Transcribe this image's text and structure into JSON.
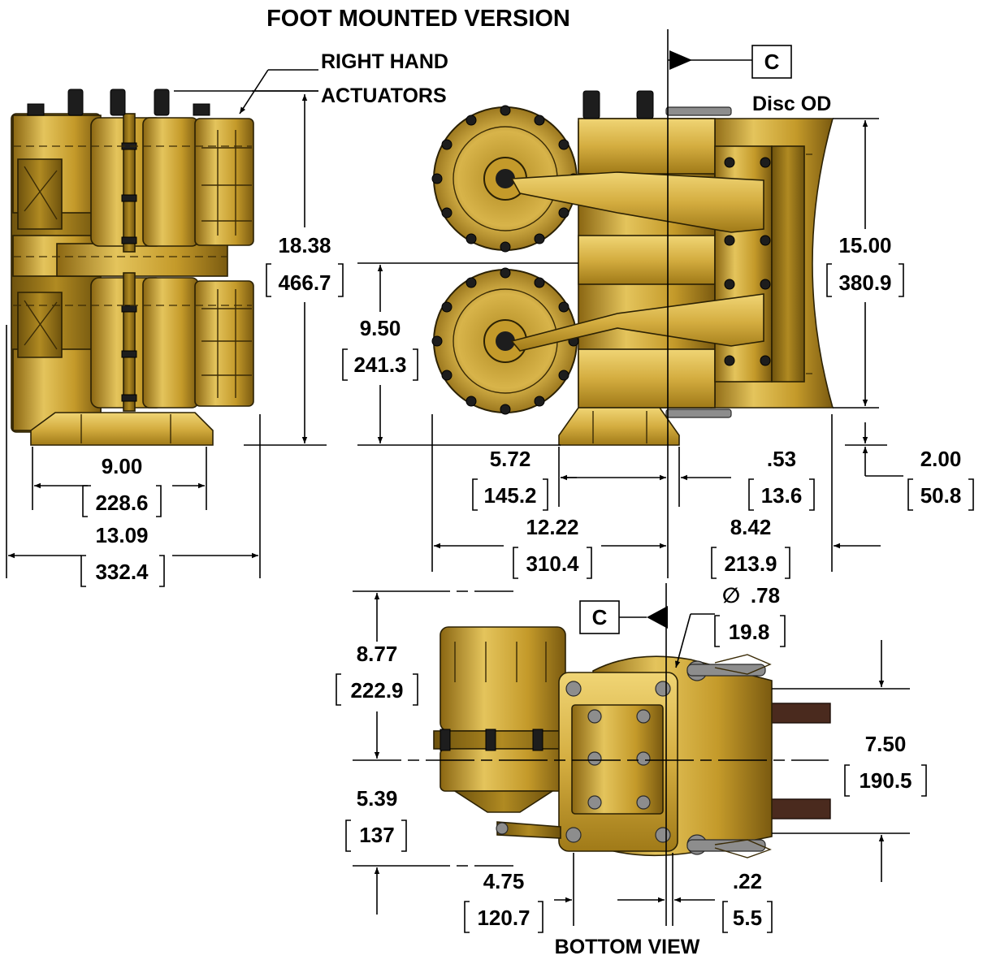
{
  "title": "FOOT MOUNTED VERSION",
  "callouts": {
    "right_hand": "RIGHT HAND",
    "actuators": "ACTUATORS",
    "disc_od": "Disc OD",
    "bottom_view": "BOTTOM VIEW",
    "section_mark": "C",
    "diameter_symbol": "∅"
  },
  "dimensions": {
    "overall_height": {
      "in": "18.38",
      "mm": "466.7"
    },
    "disc_od": {
      "in": "15.00",
      "mm": "380.9"
    },
    "center_height": {
      "in": "9.50",
      "mm": "241.3"
    },
    "base_width": {
      "in": "9.00",
      "mm": "228.6"
    },
    "overall_width": {
      "in": "13.09",
      "mm": "332.4"
    },
    "foot_to_centerline": {
      "in": "5.72",
      "mm": "145.2"
    },
    "offset_53": {
      "in": ".53",
      "mm": "13.6"
    },
    "disc_drop": {
      "in": "2.00",
      "mm": "50.8"
    },
    "overall_length": {
      "in": "12.22",
      "mm": "310.4"
    },
    "centerline_to_end": {
      "in": "8.42",
      "mm": "213.9"
    },
    "pin_diameter": {
      "in": ".78",
      "mm": "19.8"
    },
    "actuator_extent": {
      "in": "8.77",
      "mm": "222.9"
    },
    "lower_extent": {
      "in": "5.39",
      "mm": "137"
    },
    "pin_spacing": {
      "in": "7.50",
      "mm": "190.5"
    },
    "bottom_foot": {
      "in": "4.75",
      "mm": "120.7"
    },
    "offset_22": {
      "in": ".22",
      "mm": "5.5"
    }
  },
  "colors": {
    "bronze_light": "#e4c45c",
    "bronze_mid": "#c49a2a",
    "bronze_dark": "#8a6612",
    "pad": "#4a2a1e",
    "lines": "#000000"
  }
}
